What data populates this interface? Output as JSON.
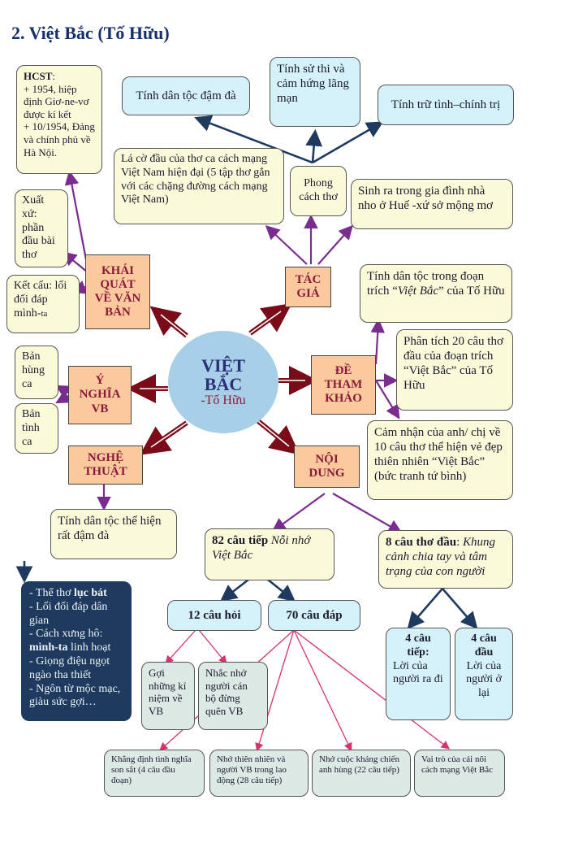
{
  "title": "2. Việt Bắc (Tố Hữu)",
  "center": {
    "line1": "VIỆT",
    "line2": "BẮC",
    "line3": "-Tố Hữu"
  },
  "nodes": {
    "khai_quat": "KHÁI\nQUÁT\nVỀ VĂN\nBẢN",
    "tac_gia": "TÁC\nGIẢ",
    "y_nghia": "Ý\nNGHĨA\nVB",
    "de_tham_khao": "ĐỀ\nTHAM\nKHẢO",
    "nghe_thuat": "NGHỆ\nTHUẬT",
    "noi_dung": "NỘI\nDUNG"
  },
  "khai_quat_children": {
    "hcst_label": "HCST",
    "hcst_text": ":\n+ 1954, hiệp định Giơ-ne-vơ được kí kết\n+ 10/1954, Đảng và chính phủ về Hà Nội.",
    "xuat_xu": "Xuất xứ: phần đầu bài thơ",
    "ket_cau_1": "Kết cấu: lối đối đáp mình-",
    "ket_cau_2": "ta"
  },
  "tac_gia_children": {
    "phong_cach": "Phong cách thơ",
    "la_co": "Lá cờ đầu của thơ ca cách mạng Việt Nam hiện đại (5 tập thơ gắn với các chặng đường cách mạng Việt Nam)",
    "sinh_ra": "Sinh ra trong gia đình nhà nho ở Huế -xứ sở mộng mơ",
    "style_1": "Tính dân tộc đậm đà",
    "style_2": "Tính sử thi và cảm hứng lãng mạn",
    "style_3": "Tính trữ tình–chính trị"
  },
  "y_nghia_children": {
    "ban_hung_ca": "Bản hùng ca",
    "ban_tinh_ca": "Bản tình ca"
  },
  "de_tham_khao_children": {
    "de_1_pre": "Tính dân tộc trong đoạn trích “",
    "de_1_it": "Việt Bắc",
    "de_1_post": "” của Tố Hữu",
    "de_2": "Phân tích 20 câu thơ đầu của đoạn trích “Việt Bắc” của Tố Hữu",
    "de_3": "Cảm nhận của anh/ chị về 10 câu thơ thể hiện vẻ đẹp thiên nhiên “Việt Bắc” (bức tranh tứ bình)"
  },
  "nghe_thuat_children": {
    "dan_toc": "Tính dân tộc thể hiện rất đậm đà",
    "list_1a": "- Thể thơ ",
    "list_1b": "lục bát",
    "list_2": "- Lối đối đáp dân gian",
    "list_3a": "- Cách xưng hô: ",
    "list_3b": "mình-ta",
    "list_3c": " linh hoạt",
    "list_4": "- Giọng điệu ngọt ngào tha thiết",
    "list_5": "- Ngôn từ mộc mạc, giàu sức gợi…"
  },
  "noi_dung_children": {
    "c82_bold": "82 câu tiếp",
    "c82_it": "Nỗi nhớ Việt Bắc",
    "c8_bold": "8 câu thơ đầu",
    "c8_it": "Khung cảnh chia tay và tâm trạng của con người",
    "c12": "12 câu hỏi",
    "c70": "70 câu đáp",
    "goi_nhung": "Gợi những kỉ niệm về VB",
    "nhac_nho": "Nhắc nhở người cán bộ đừng quên VB",
    "tiep_bold": "4 câu tiếp:",
    "tiep_text": "Lời của người ra đi",
    "dau_bold": "4 câu đầu",
    "dau_text": "Lời của người ở lại",
    "khang_dinh": "Khẳng định tình nghĩa son sắt (4 câu đầu đoạn)",
    "thien_nhien": "Nhớ thiên nhiên và người VB trong lao động (28 câu tiếp)",
    "khang_chien": "Nhớ cuộc kháng chiến anh hùng (22 câu tiếp)",
    "vai_tro": "Vai trò của cái nôi cách mạng Việt Bắc"
  },
  "colors": {
    "link_purple": "#7b2c8f",
    "link_navy": "#1e3a5f",
    "link_red": "#7a0c1a",
    "link_pink": "#d6336c"
  }
}
